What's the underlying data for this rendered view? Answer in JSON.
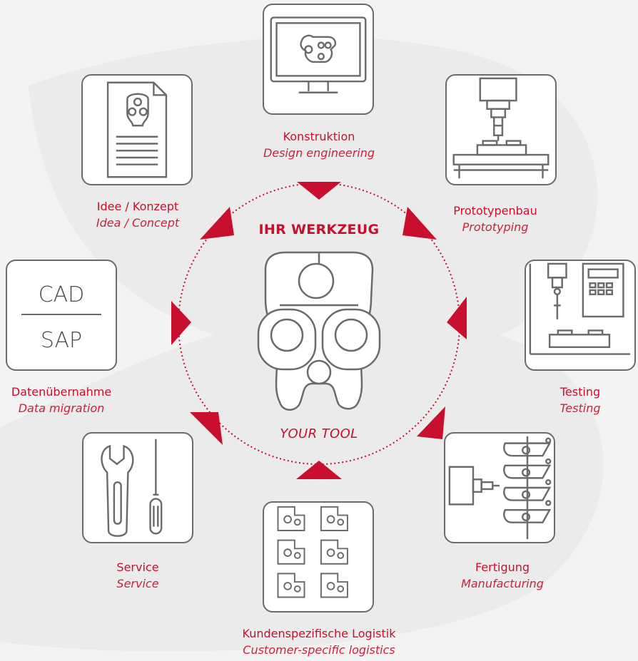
{
  "center": {
    "title": "IHR WERKZEUG",
    "subtitle": "YOUR TOOL"
  },
  "cad": {
    "top": "CAD",
    "bottom": "SAP"
  },
  "steps": [
    {
      "de": "Konstruktion",
      "en": "Design engineering",
      "icon": "monitor-tool-icon"
    },
    {
      "de": "Prototypenbau",
      "en": "Prototyping",
      "icon": "milling-machine-icon"
    },
    {
      "de": "Testing",
      "en": "Testing",
      "icon": "test-machine-icon"
    },
    {
      "de": "Fertigung",
      "en": "Manufacturing",
      "icon": "manufacturing-icon"
    },
    {
      "de": "Kundenspezifische Logistik",
      "en": "Customer-specific logistics",
      "icon": "logistics-icon"
    },
    {
      "de": "Service",
      "en": "Service",
      "icon": "wrench-screwdriver-icon"
    },
    {
      "de": "Datenübernahme",
      "en": "Data migration",
      "icon": "cad-sap-icon"
    },
    {
      "de": "Idee / Konzept",
      "en": "Idea / Concept",
      "icon": "document-icon"
    }
  ],
  "colors": {
    "accent": "#c8102e",
    "stroke": "#6b6b6b",
    "background": "#f3f3f3"
  }
}
